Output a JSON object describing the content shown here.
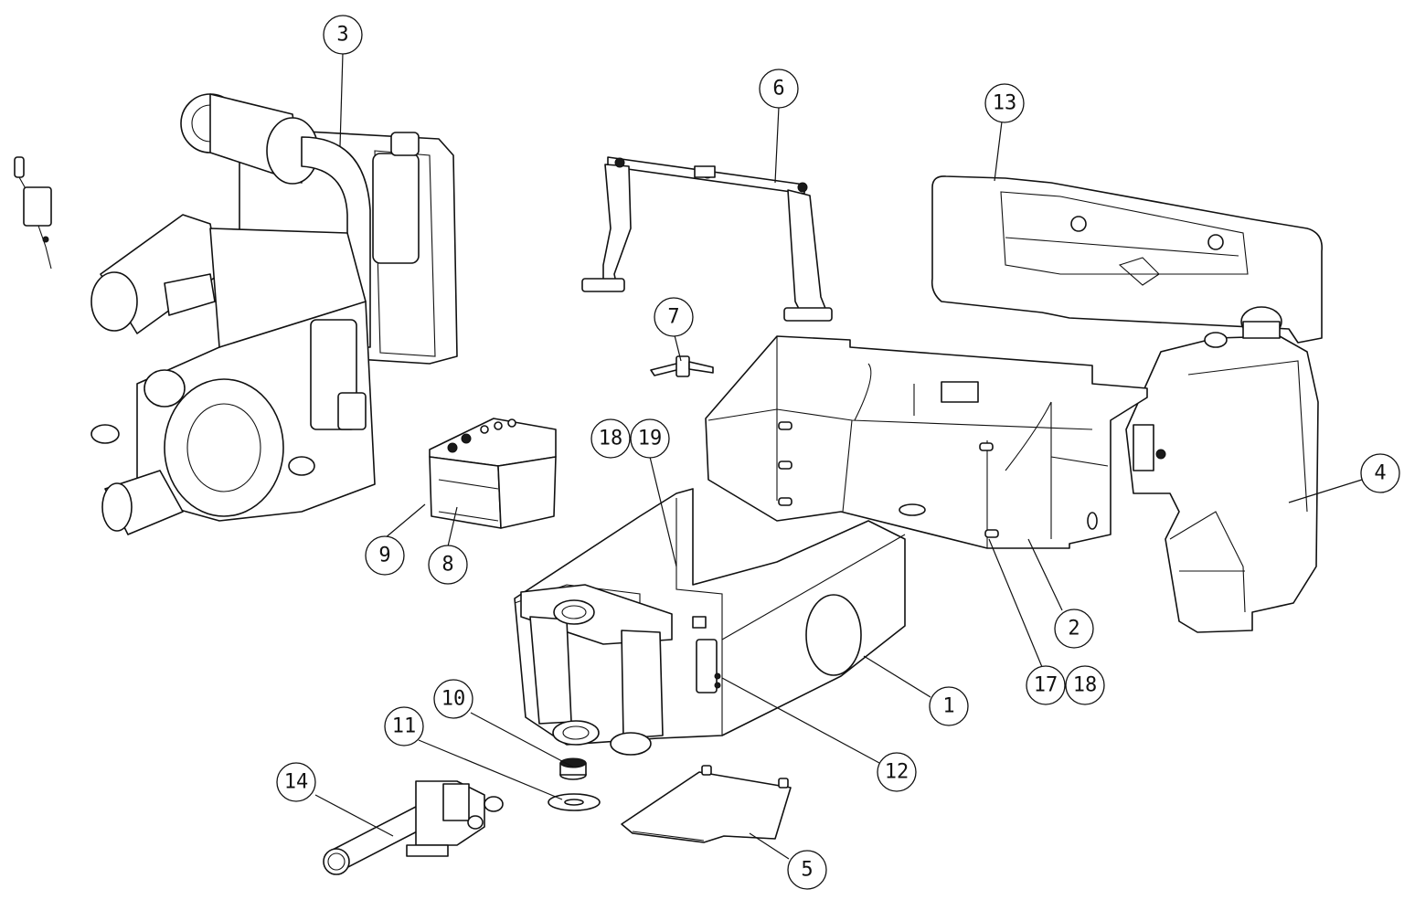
{
  "callouts": [
    {
      "id": "c3",
      "label": "3"
    },
    {
      "id": "c6",
      "label": "6"
    },
    {
      "id": "c13",
      "label": "13"
    },
    {
      "id": "c7",
      "label": "7"
    },
    {
      "id": "c18a",
      "label": "18"
    },
    {
      "id": "c19",
      "label": "19"
    },
    {
      "id": "c4",
      "label": "4"
    },
    {
      "id": "c9",
      "label": "9"
    },
    {
      "id": "c8",
      "label": "8"
    },
    {
      "id": "c2",
      "label": "2"
    },
    {
      "id": "c17",
      "label": "17"
    },
    {
      "id": "c18b",
      "label": "18"
    },
    {
      "id": "c1",
      "label": "1"
    },
    {
      "id": "c10",
      "label": "10"
    },
    {
      "id": "c11",
      "label": "11"
    },
    {
      "id": "c12",
      "label": "12"
    },
    {
      "id": "c14",
      "label": "14"
    },
    {
      "id": "c5",
      "label": "5"
    }
  ],
  "parts": [
    {
      "id": "engine-assembly",
      "icon": "engine-icon"
    },
    {
      "id": "roll-bar-frame",
      "icon": "frame-icon"
    },
    {
      "id": "tank-lid",
      "icon": "lid-icon"
    },
    {
      "id": "valve-fitting",
      "icon": "fitting-icon"
    },
    {
      "id": "fuel-tank",
      "icon": "tank-icon"
    },
    {
      "id": "battery",
      "icon": "battery-icon"
    },
    {
      "id": "rear-chassis",
      "icon": "chassis-icon"
    },
    {
      "id": "front-chassis",
      "icon": "chassis-icon"
    },
    {
      "id": "bushing",
      "icon": "bushing-icon"
    },
    {
      "id": "washer",
      "icon": "washer-icon"
    },
    {
      "id": "axle-tube",
      "icon": "axle-icon"
    },
    {
      "id": "cover-plate",
      "icon": "plate-icon"
    },
    {
      "id": "ignition-switch",
      "icon": "switch-icon"
    }
  ]
}
